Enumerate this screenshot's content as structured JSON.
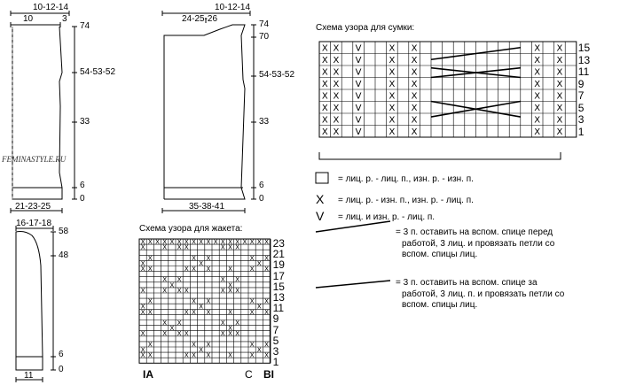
{
  "front": {
    "top_left": "10",
    "top_center": "10-12-14",
    "top_right": "3",
    "side_labels": [
      "74",
      "54-53-52",
      "33",
      "6",
      "0"
    ],
    "bottom": "21-23-25"
  },
  "back": {
    "top_left": "24-25-26",
    "top_right": "10-12-14",
    "side_labels": [
      "74",
      "70",
      "54-53-52",
      "33",
      "6",
      "0"
    ],
    "bottom": "35-38-41"
  },
  "sleeve": {
    "top": "16-17-18",
    "side_labels": [
      "58",
      "48",
      "6",
      "0"
    ],
    "bottom": "11"
  },
  "watermark": "FEMINASTYLE.RU",
  "jacket_chart": {
    "title": "Схема узора для жакета:",
    "row_numbers": [
      "23",
      "21",
      "19",
      "17",
      "15",
      "13",
      "11",
      "9",
      "7",
      "5",
      "3",
      "1"
    ],
    "bottom_labels": [
      "IA",
      "C",
      "BI"
    ],
    "cols": 18,
    "rows": 23
  },
  "bag_chart": {
    "title": "Схема узора для сумки:",
    "row_numbers": [
      "15",
      "13",
      "11",
      "9",
      "7",
      "5",
      "3",
      "1"
    ],
    "cols": 23,
    "rows": 8
  },
  "legend": {
    "empty": "= лиц. р. - лиц. п., изн. р. - изн. п.",
    "cross_symbol": "X",
    "cross": "= лиц. р. - изн. п., изн. р. - лиц. п.",
    "v_symbol": "V",
    "v": "= лиц. и изн. р. - лиц. п.",
    "cable_right": [
      "= 3 п. оставить на вспом. спице перед",
      "работой, 3 лиц. и провязать петли со",
      "вспом. спицы лиц."
    ],
    "cable_left": [
      "= 3 п. оставить на вспом. спице за",
      "работой, 3 лиц. п. и провязать петли со",
      "вспом. спицы лиц."
    ]
  }
}
